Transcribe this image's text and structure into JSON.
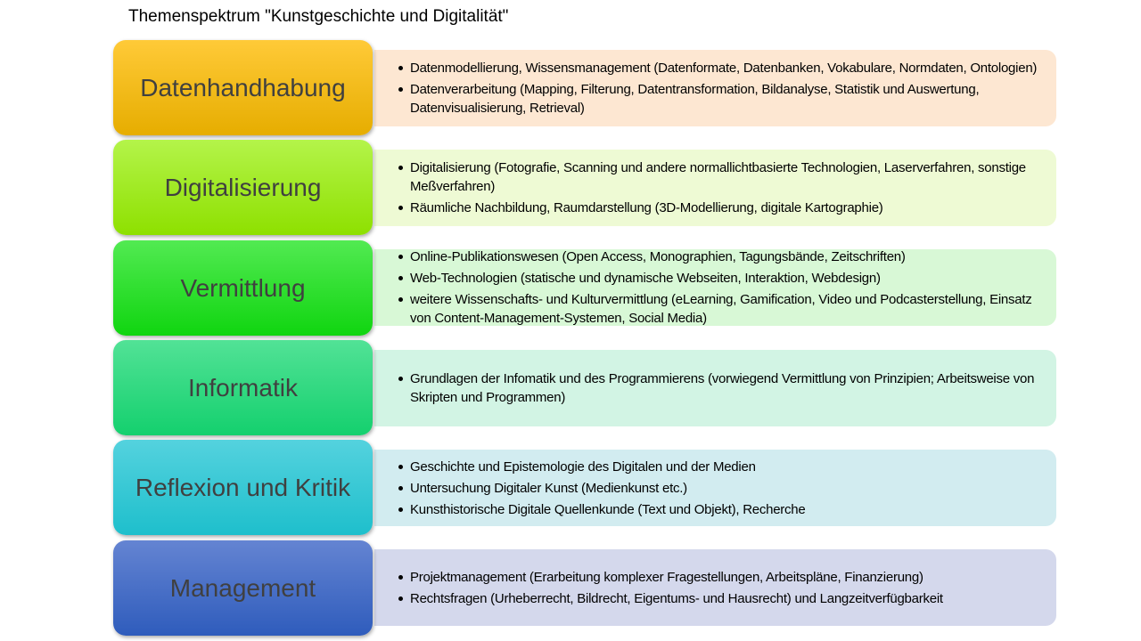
{
  "title": "Themenspektrum \"Kunstgeschichte und Digitalität\"",
  "categories": [
    {
      "label": "Datenhandhabung",
      "colors": {
        "top": "#ffca38",
        "bottom": "#e6ad00",
        "panel": "#fde7d2"
      },
      "items": [
        "Datenmodellierung, Wissensmanagement (Datenformate, Datenbanken, Vokabulare, Normdaten, Ontologien)",
        "Datenverarbeitung (Mapping, Filterung, Datentransformation, Bildanalyse, Statistik und Auswertung, Datenvisualisierung, Retrieval)"
      ]
    },
    {
      "label": "Digitalisierung",
      "colors": {
        "top": "#b4f44a",
        "bottom": "#8ee000",
        "panel": "#eefad4"
      },
      "items": [
        "Digitalisierung (Fotografie, Scanning und andere normallichtbasierte Technologien, Laserverfahren, sonstige Meßverfahren)",
        "Räumliche Nachbildung, Raumdarstellung (3D-Modellierung, digitale Kartographie)"
      ]
    },
    {
      "label": "Vermittlung",
      "colors": {
        "top": "#52ea52",
        "bottom": "#10d510",
        "panel": "#d8f8d6"
      },
      "items": [
        "Online-Publikationswesen (Open Access, Monographien, Tagungsbände, Zeitschriften)",
        "Web-Technologien (statische und dynamische Webseiten, Interaktion, Webdesign)",
        "weitere Wissenschafts- und Kulturvermittlung (eLearning, Gamification, Video und Podcasterstellung, Einsatz von Content-Management-Systemen, Social Media)"
      ]
    },
    {
      "label": "Informatik",
      "colors": {
        "top": "#52e296",
        "bottom": "#14d06e",
        "panel": "#d2f4e4"
      },
      "items": [
        "Grundlagen der Infomatik und des Programmierens (vorwiegend Vermittlung von Prinzipien; Arbeitsweise von Skripten und Programmen)"
      ]
    },
    {
      "label": "Reflexion und Kritik",
      "colors": {
        "top": "#54d2de",
        "bottom": "#1ebfcc",
        "panel": "#d2ecf0"
      },
      "items": [
        "Geschichte und Epistemologie des Digitalen und der Medien",
        "Untersuchung Digitaler Kunst (Medienkunst etc.)",
        "Kunsthistorische Digitale Quellenkunde (Text und Objekt), Recherche"
      ]
    },
    {
      "label": "Management",
      "colors": {
        "top": "#6484d2",
        "bottom": "#2f5cbc",
        "panel": "#d4d8ec"
      },
      "items": [
        "Projektmanagement (Erarbeitung komplexer Fragestellungen, Arbeitspläne, Finanzierung)",
        "Rechtsfragen (Urheberrecht, Bildrecht, Eigentums- und Hausrecht) und Langzeitverfügbarkeit"
      ]
    }
  ]
}
